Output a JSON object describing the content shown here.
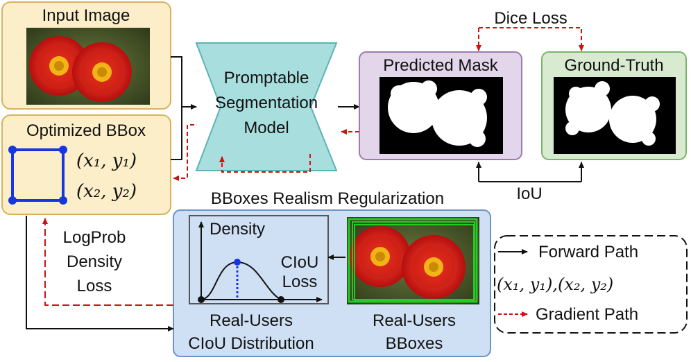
{
  "input_box": {
    "title": "Input Image",
    "fill": "#fbeec9",
    "stroke": "#d9b35c"
  },
  "bbox_box": {
    "title": "Optimized BBox",
    "coord1": "(x₁, y₁)",
    "coord2": "(x₂, y₂)",
    "corner_color": "#1636e0"
  },
  "model": {
    "line1": "Promptable",
    "line2": "Segmentation",
    "line3": "Model",
    "fill": "#a9dede",
    "stroke": "#5cb3b3"
  },
  "predicted": {
    "title": "Predicted Mask",
    "fill": "#e3d6ea",
    "stroke": "#9b7bb0"
  },
  "ground_truth": {
    "title": "Ground-Truth",
    "fill": "#d8ebd0",
    "stroke": "#7bb46a"
  },
  "dice_loss": "Dice Loss",
  "iou": "IoU",
  "realism": {
    "title": "BBoxes Realism Regularization",
    "fill": "#cfe0f4",
    "stroke": "#6d93c6",
    "density_label": "Density",
    "ciou_loss_line1": "CIoU",
    "ciou_loss_line2": "Loss",
    "dist_caption_line1": "Real-Users",
    "dist_caption_line2": "CIoU Distribution",
    "bboxes_caption_line1": "Real-Users",
    "bboxes_caption_line2": "BBoxes"
  },
  "logprob": {
    "line1": "LogProb",
    "line2": "Density",
    "line3": "Loss"
  },
  "legend": {
    "forward": "Forward Path",
    "coords": "(x₁, y₁),(x₂, y₂)",
    "gradient": "Gradient Path"
  },
  "colors": {
    "gradient": "#cc1111",
    "forward": "#111111",
    "bbox_green": "#22cc22"
  }
}
